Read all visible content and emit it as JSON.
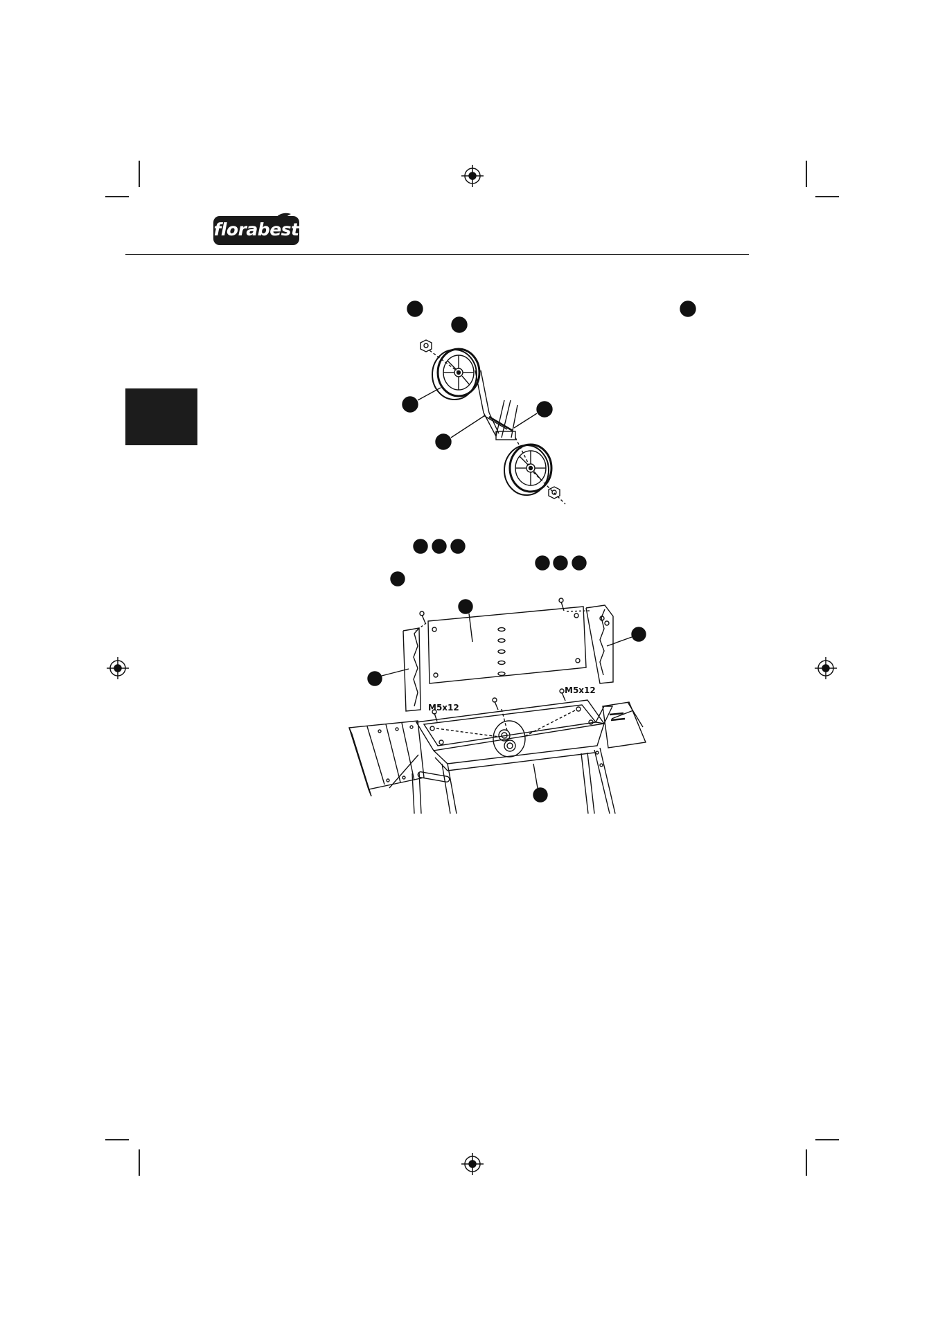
{
  "brand": {
    "logo_text": "florabest"
  },
  "figures": {
    "top": {
      "description_marker": "wheel-axle-assembly"
    },
    "bottom": {
      "screw_label_left": "M5x12",
      "screw_label_right": "M5x12"
    }
  },
  "colors": {
    "ink": "#111111",
    "tab": "#1c1c1c",
    "paper": "#ffffff"
  }
}
